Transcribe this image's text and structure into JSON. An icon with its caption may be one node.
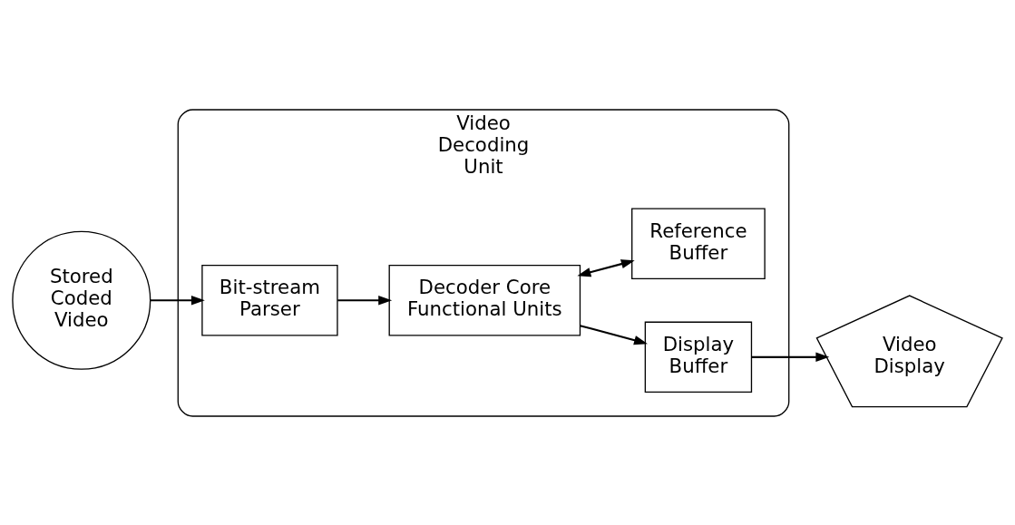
{
  "diagram": {
    "nodes": [
      {
        "text": [
          "Stored Coded Video"
        ]
      },
      {
        "text": [
          "Video Decoding Unit"
        ]
      },
      {
        "text": [
          "Bit-stream Parser"
        ],
        "in": 1
      },
      {
        "text": [
          "Display Buffer"
        ],
        "in": 1
      },
      {
        "text": [
          "Decoder Core Functional Units"
        ],
        "in": 1
      },
      {
        "text": [
          "Reference Buffer"
        ],
        "in": 1
      },
      {
        "text": [
          "Video Display"
        ]
      }
    ],
    "edges": [
      {
        "from": 0,
        "to": 2,
        "arrow": "to"
      },
      {
        "from": 2,
        "to": 4,
        "arrow": "to"
      },
      {
        "from": 4,
        "to": 3,
        "arrow": "to"
      },
      {
        "from": 4,
        "to": 5,
        "arrow": "both"
      },
      {
        "from": 3,
        "to": 6,
        "arrow": "to"
      }
    ]
  }
}
